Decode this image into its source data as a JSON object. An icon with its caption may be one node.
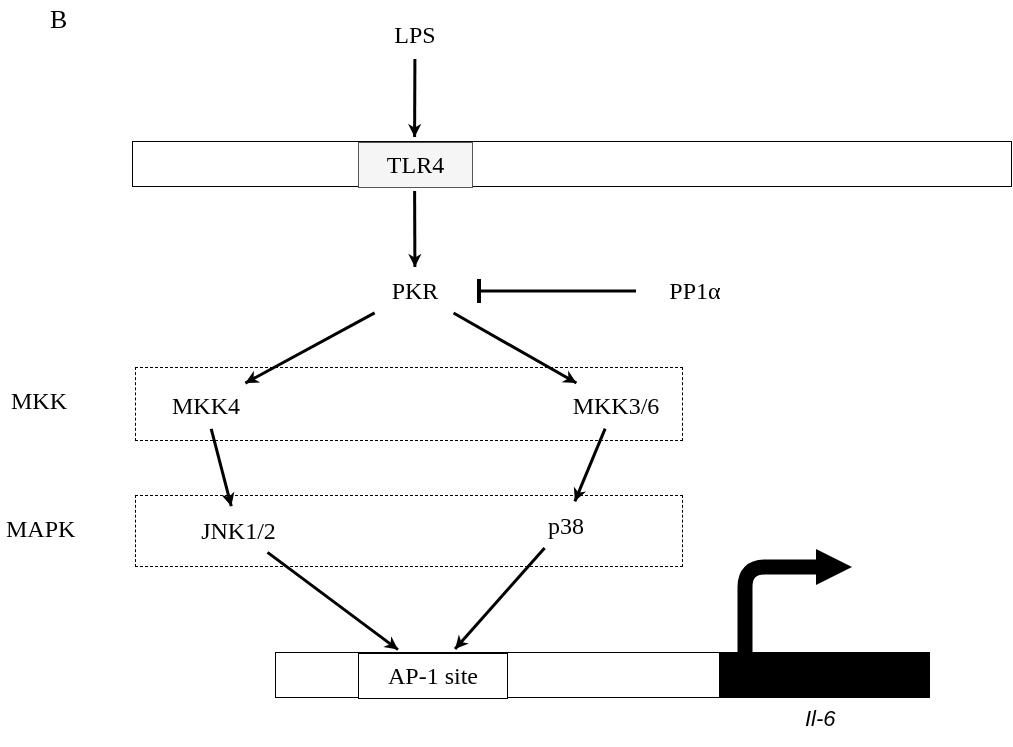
{
  "diagram": {
    "nodes": [
      {
        "text": [],
        "shape": "bar"
      },
      {
        "text": [
          "TLR4"
        ],
        "in": 0
      },
      {
        "text": [
          "LPS"
        ]
      },
      {
        "text": [
          "PKR"
        ]
      },
      {
        "text": [
          "PP1α"
        ]
      },
      {
        "text": [],
        "shape": "box",
        "beside": [
          "MKK"
        ]
      },
      {
        "text": [
          "MKK4"
        ],
        "in": 5
      },
      {
        "text": [
          "MKK3/6"
        ],
        "in": 5
      },
      {
        "text": [],
        "shape": "box",
        "beside": [
          "MAPK"
        ]
      },
      {
        "text": [
          "JNK1/2"
        ],
        "in": 8
      },
      {
        "text": [
          "p38"
        ],
        "in": 8
      },
      {
        "text": [],
        "shape": "box"
      },
      {
        "text": [
          "AP-1 site"
        ],
        "in": 11
      },
      {
        "text": [],
        "shape": "bar",
        "beside": [
          "Il-6"
        ]
      }
    ],
    "edges": [
      {
        "from": 2,
        "to": 1,
        "arrow": "to"
      },
      {
        "from": 1,
        "to": 3,
        "arrow": "to"
      },
      {
        "from": 4,
        "to": 3,
        "arrow": "other"
      },
      {
        "from": 3,
        "to": 6,
        "arrow": "to"
      },
      {
        "from": 3,
        "to": 7,
        "arrow": "to"
      },
      {
        "from": 6,
        "to": 9,
        "arrow": "to"
      },
      {
        "from": 7,
        "to": 10,
        "arrow": "to"
      },
      {
        "from": 9,
        "to": 12,
        "arrow": "to"
      },
      {
        "from": 10,
        "to": 12,
        "arrow": "to"
      },
      {
        "from": 13,
        "to": null,
        "arrow": "to",
        "style": "thick"
      }
    ],
    "labels": [
      "B"
    ]
  }
}
